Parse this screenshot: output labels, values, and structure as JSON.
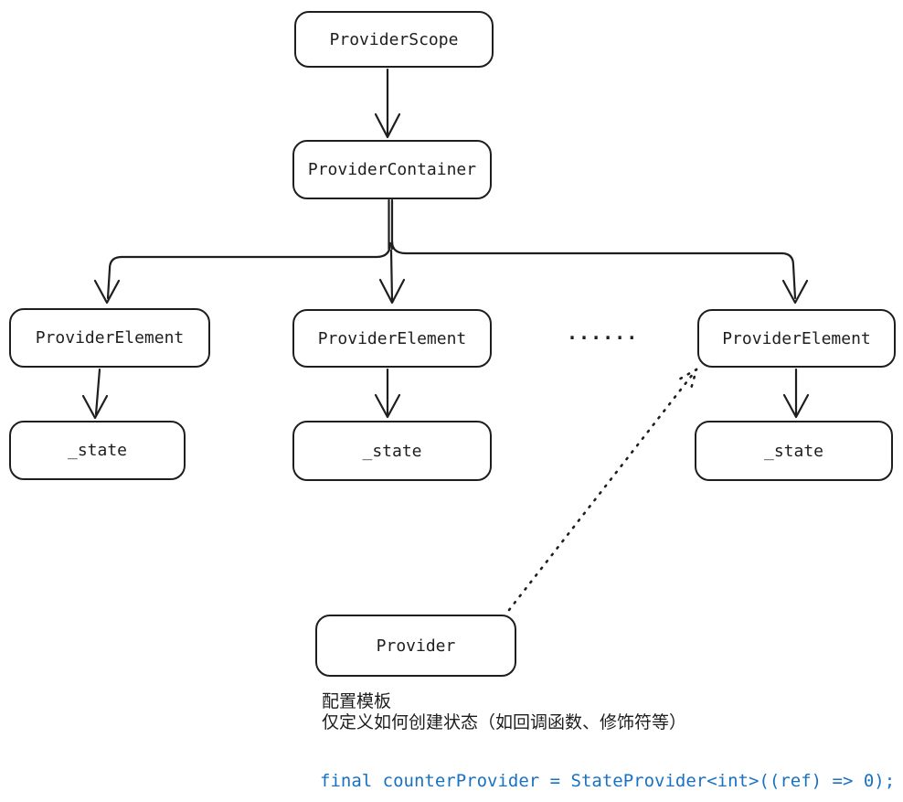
{
  "diagram": {
    "title_hint": "Riverpod provider architecture diagram",
    "nodes": {
      "scope": {
        "label": "ProviderScope"
      },
      "container": {
        "label": "ProviderContainer"
      },
      "elements": [
        {
          "label": "ProviderElement"
        },
        {
          "label": "ProviderElement"
        },
        {
          "label": "ProviderElement"
        }
      ],
      "states": [
        {
          "label": "_state"
        },
        {
          "label": "_state"
        },
        {
          "label": "_state"
        }
      ],
      "provider": {
        "label": "Provider"
      }
    },
    "ellipsis": "......",
    "annotation": {
      "line1": "配置模板",
      "line2": "仅定义如何创建状态（如回调函数、修饰符等）"
    },
    "code": "final counterProvider = StateProvider<int>((ref) => 0);",
    "colors": {
      "stroke": "#1e1e1e",
      "code_text": "#1971c2",
      "background": "#ffffff"
    }
  }
}
